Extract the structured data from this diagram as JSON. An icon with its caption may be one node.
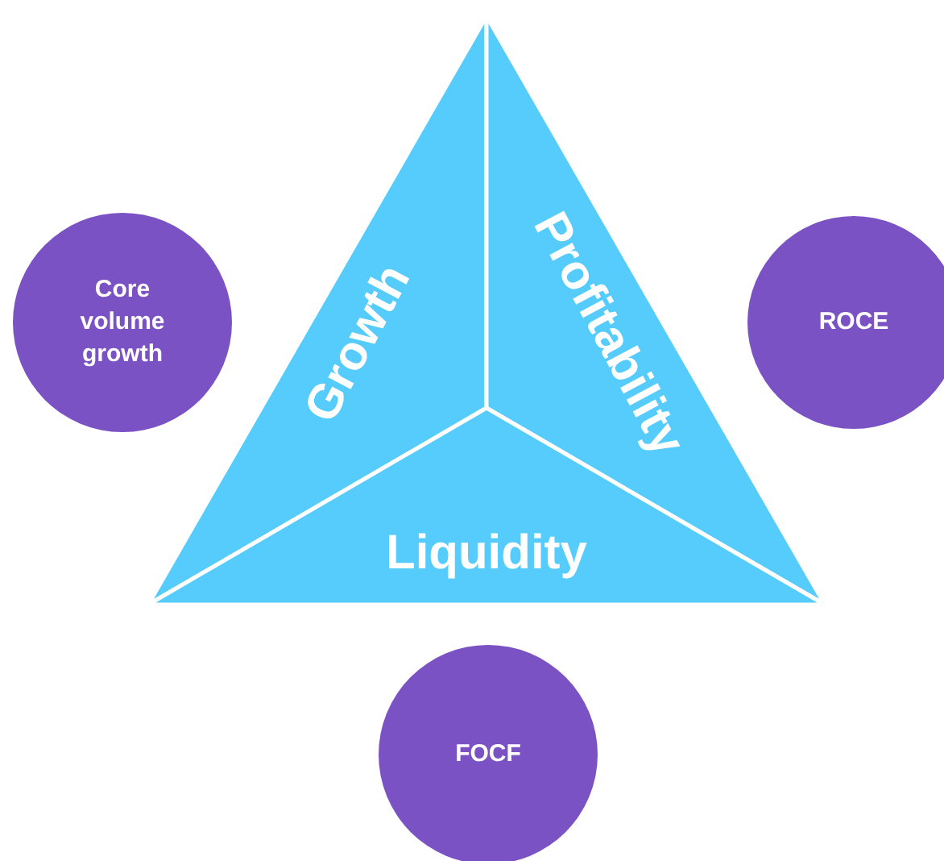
{
  "diagram": {
    "nodes": [
      {
        "text": [
          "Growth"
        ]
      },
      {
        "text": [
          "Profitability"
        ]
      },
      {
        "text": [
          "Core volume growth"
        ]
      },
      {
        "text": [
          "ROCE"
        ]
      },
      {
        "text": [
          "Liquidity"
        ]
      },
      {
        "text": [
          "FOCF"
        ]
      }
    ]
  }
}
